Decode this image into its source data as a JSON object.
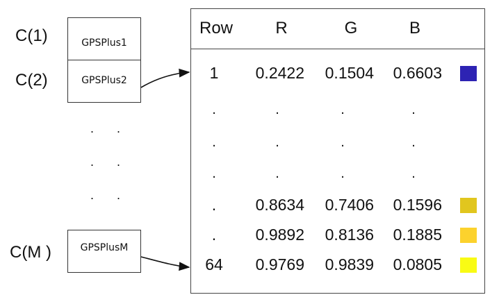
{
  "cells": [
    {
      "label": "C(1)",
      "name": "GPSPlus1"
    },
    {
      "label": "C(2)",
      "name": "GPSPlus2"
    },
    {
      "label": "C(M )",
      "name": "GPSPlusM"
    }
  ],
  "vertical_dots": [
    ". .",
    ". .",
    ". ."
  ],
  "table": {
    "headers": [
      "Row",
      "R",
      "G",
      "B"
    ],
    "rows": [
      {
        "row": "1",
        "r": "0.2422",
        "g": "0.1504",
        "b": "0.6603",
        "color": "#2d23b3"
      },
      {
        "row": ".",
        "r": ".",
        "g": ".",
        "b": ".",
        "color": ""
      },
      {
        "row": ".",
        "r": ".",
        "g": ".",
        "b": ".",
        "color": ""
      },
      {
        "row": ".",
        "r": ".",
        "g": ".",
        "b": ".",
        "color": ""
      },
      {
        "row": ".",
        "r": "0.8634",
        "g": "0.7406",
        "b": "0.1596",
        "color": "#e1c61e"
      },
      {
        "row": ".",
        "r": "0.9892",
        "g": "0.8136",
        "b": "0.1885",
        "color": "#fcd22d"
      },
      {
        "row": "64",
        "r": "0.9769",
        "g": "0.9839",
        "b": "0.0805",
        "color": "#f9fb14"
      }
    ]
  }
}
